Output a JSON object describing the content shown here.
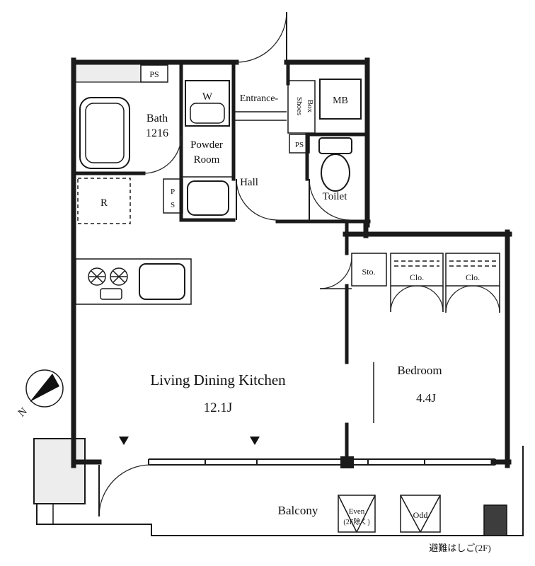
{
  "labels": {
    "bath_name": "Bath",
    "bath_size": "1216",
    "powder_line1": "Powder",
    "powder_line2": "Room",
    "washer": "W",
    "entrance": "Entrance-",
    "shoes_line1": "Shoes",
    "shoes_line2": "Box",
    "mb": "MB",
    "ps_top": "PS",
    "ps_mid_top": "P",
    "ps_mid_bottom": "S",
    "ps_hall": "PS",
    "hall": "Hall",
    "toilet": "Toilet",
    "fridge": "R",
    "storage": "Sto.",
    "closet_left": "Clo.",
    "closet_right": "Clo.",
    "ldk_name": "Living Dining Kitchen",
    "ldk_size": "12.1J",
    "bedroom_name": "Bedroom",
    "bedroom_size": "4.4J",
    "balcony": "Balcony",
    "even_line1": "Even",
    "even_line2": "(2F除く)",
    "odd": "Odd",
    "escape_ladder": "避難はしご(2F)",
    "compass_north": "N"
  },
  "colors": {
    "wall": "#1a1a1a",
    "closet_fill": "#cfe4f3",
    "gray_fill": "#ededed",
    "hatch_fill": "#3d3d3d",
    "background": "#ffffff"
  }
}
